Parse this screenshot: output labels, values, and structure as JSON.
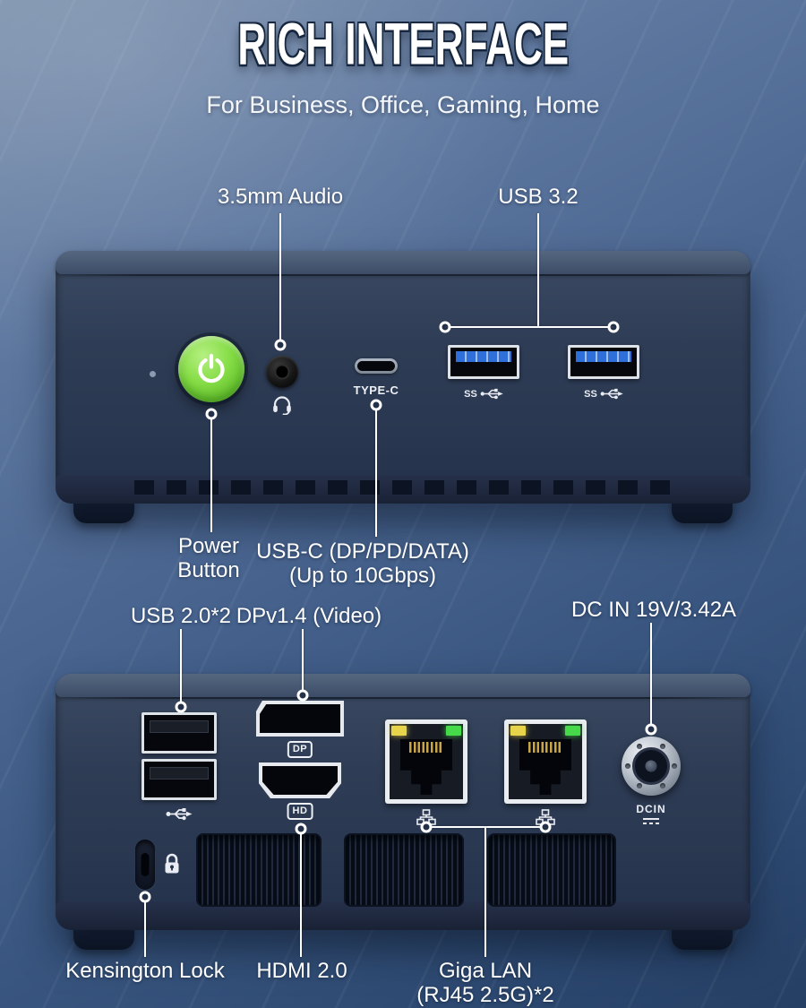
{
  "header": {
    "title": "RICH INTERFACE",
    "subtitle": "For Business, Office, Gaming, Home"
  },
  "front": {
    "audio_callout": "3.5mm Audio",
    "usb32_callout": "USB 3.2",
    "typec_port_label": "TYPE-C",
    "ss_glyph": "SS",
    "power_callout_line1": "Power",
    "power_callout_line2": "Button",
    "usbc_callout_line1": "USB-C (DP/PD/DATA)",
    "usbc_callout_line2": "(Up to 10Gbps)"
  },
  "rear": {
    "usb20_callout": "USB 2.0*2",
    "dp_callout": "DPv1.4 (Video)",
    "dcin_callout": "DC IN 19V/3.42A",
    "dp_badge": "DP",
    "hdmi_badge": "HD",
    "dcin_badge": "DCIN",
    "kensington_callout": "Kensington Lock",
    "hdmi_callout": "HDMI 2.0",
    "lan_callout_line1": "Giga LAN",
    "lan_callout_line2": "(RJ45 2.5G)*2"
  },
  "colors": {
    "power_button_green": "#7ed63e",
    "usb3_tongue_blue": "#2e6fd9",
    "lan_led_yellow": "#e8d44a",
    "lan_led_green": "#46d94a",
    "background_blue": "#48648f",
    "chassis_navy": "#2e3c55",
    "text_white": "#ffffff"
  }
}
